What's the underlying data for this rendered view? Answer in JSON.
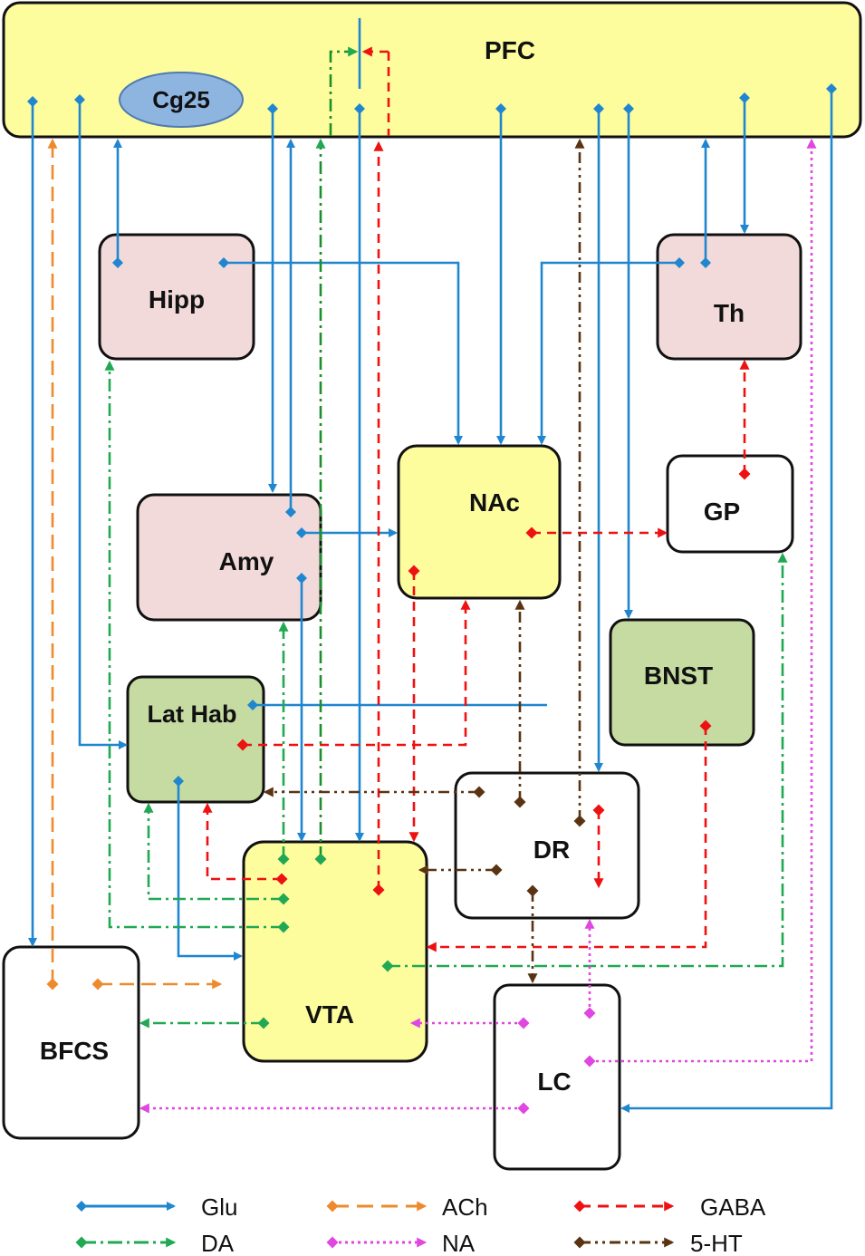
{
  "regions": {
    "pfc": "PFC",
    "cg25": "Cg25",
    "hipp": "Hipp",
    "th": "Th",
    "nac": "NAc",
    "gp": "GP",
    "amy": "Amy",
    "bnst": "BNST",
    "lathab": "Lat Hab",
    "dr": "DR",
    "vta": "VTA",
    "bfcs": "BFCS",
    "lc": "LC"
  },
  "legend": {
    "glu": "Glu",
    "ach": "ACh",
    "gaba": "GABA",
    "da": "DA",
    "na": "NA",
    "ht5": "5-HT"
  },
  "colors": {
    "glu": "#1f86cf",
    "ach": "#ee8a2e",
    "gaba": "#ee1111",
    "da": "#21a852",
    "na": "#e046e0",
    "ht5": "#5a3412",
    "yellow": "#fdfd9e",
    "pink": "#f2dada",
    "green": "#c5dba2",
    "cg25": "#8eb4e0"
  }
}
